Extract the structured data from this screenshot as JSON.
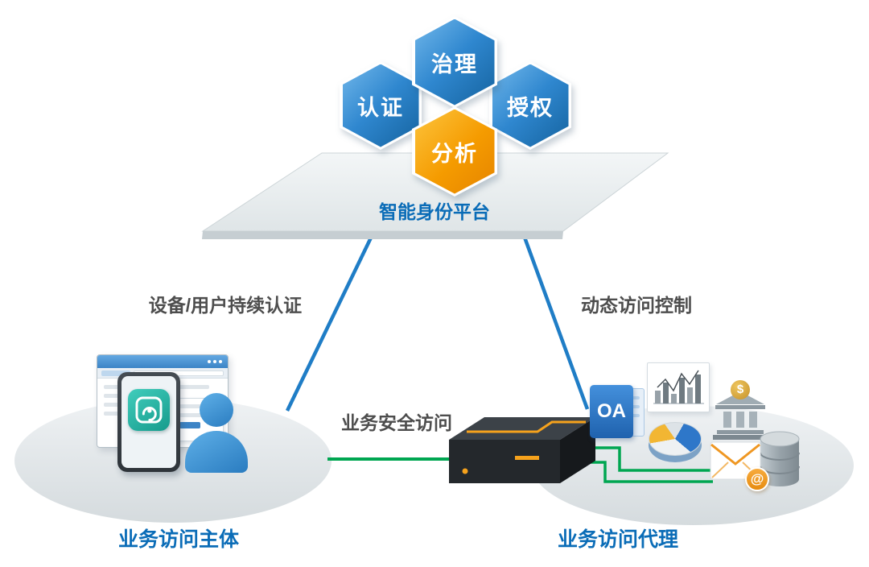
{
  "colors": {
    "hexagon_blue": "#2f87cf",
    "hexagon_orange": "#f59b00",
    "platform_gray": "#e9eeef",
    "connector_blue": "#1f7dc6",
    "connector_green": "#00a651",
    "label_blue": "#0a6cb7",
    "label_gray": "#4d4d4d"
  },
  "hexagons": [
    {
      "id": "governance",
      "label": "治理"
    },
    {
      "id": "authentication",
      "label": "认证"
    },
    {
      "id": "authorization",
      "label": "授权"
    },
    {
      "id": "analytics",
      "label": "分析"
    }
  ],
  "platform": {
    "label": "智能身份平台"
  },
  "connectors": {
    "left_label": "设备/用户持续认证",
    "right_label": "动态访问控制",
    "bottom_label": "业务安全访问"
  },
  "nodes": {
    "subject": {
      "label": "业务访问主体"
    },
    "proxy": {
      "label": "业务访问代理"
    }
  },
  "icons": {
    "oa_text": "OA",
    "bank_symbol": "$",
    "email_symbol": "@"
  }
}
